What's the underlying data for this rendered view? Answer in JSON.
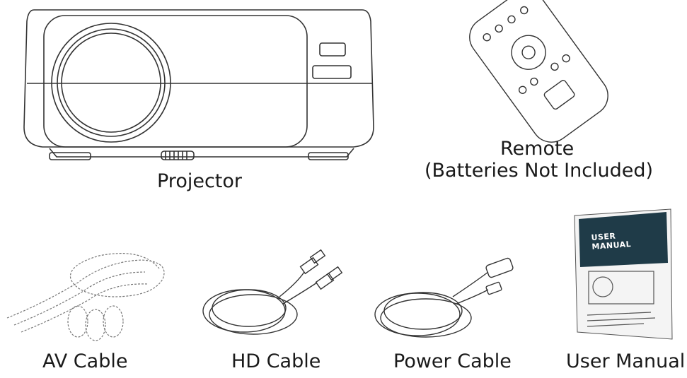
{
  "items": {
    "projector": {
      "label": "Projector"
    },
    "remote": {
      "label_line1": "Remote",
      "label_line2": "(Batteries Not Included)"
    },
    "av_cable": {
      "label": "AV Cable"
    },
    "hd_cable": {
      "label": "HD Cable"
    },
    "power_cable": {
      "label": "Power Cable"
    },
    "user_manual": {
      "label": "User Manual",
      "cover_title": "USER MANUAL"
    }
  },
  "colors": {
    "manual_cover": "#1f3b48",
    "line": "#333333"
  }
}
